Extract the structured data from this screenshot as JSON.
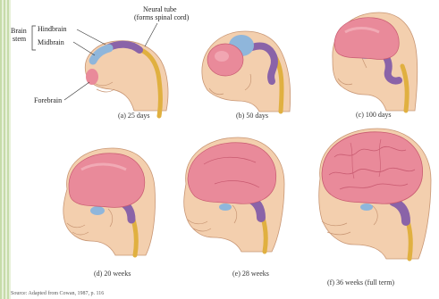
{
  "labels": {
    "brain_stem": [
      "Brain",
      "stem"
    ],
    "hindbrain": "Hindbrain",
    "midbrain": "Midbrain",
    "forebrain": "Forebrain",
    "neural_tube": [
      "Neural tube",
      "(forms spinal cord)"
    ]
  },
  "panels": [
    {
      "id": "a",
      "caption": "(a)  25 days"
    },
    {
      "id": "b",
      "caption": "(b)  50 days"
    },
    {
      "id": "c",
      "caption": "(c)  100 days"
    },
    {
      "id": "d",
      "caption": "(d)  20 weeks"
    },
    {
      "id": "e",
      "caption": "(e)  28 weeks"
    },
    {
      "id": "f",
      "caption": "(f)  36 weeks (full term)"
    }
  ],
  "source": "Source: Adapted from Cowan, 1987, p. 116",
  "colors": {
    "forebrain": "#e98a9a",
    "midbrain": "#8fb6db",
    "hindbrain": "#8a63a8",
    "neural_tube": "#e0b040",
    "skin": "#f3cfae",
    "skin_shadow": "#d9a987"
  }
}
